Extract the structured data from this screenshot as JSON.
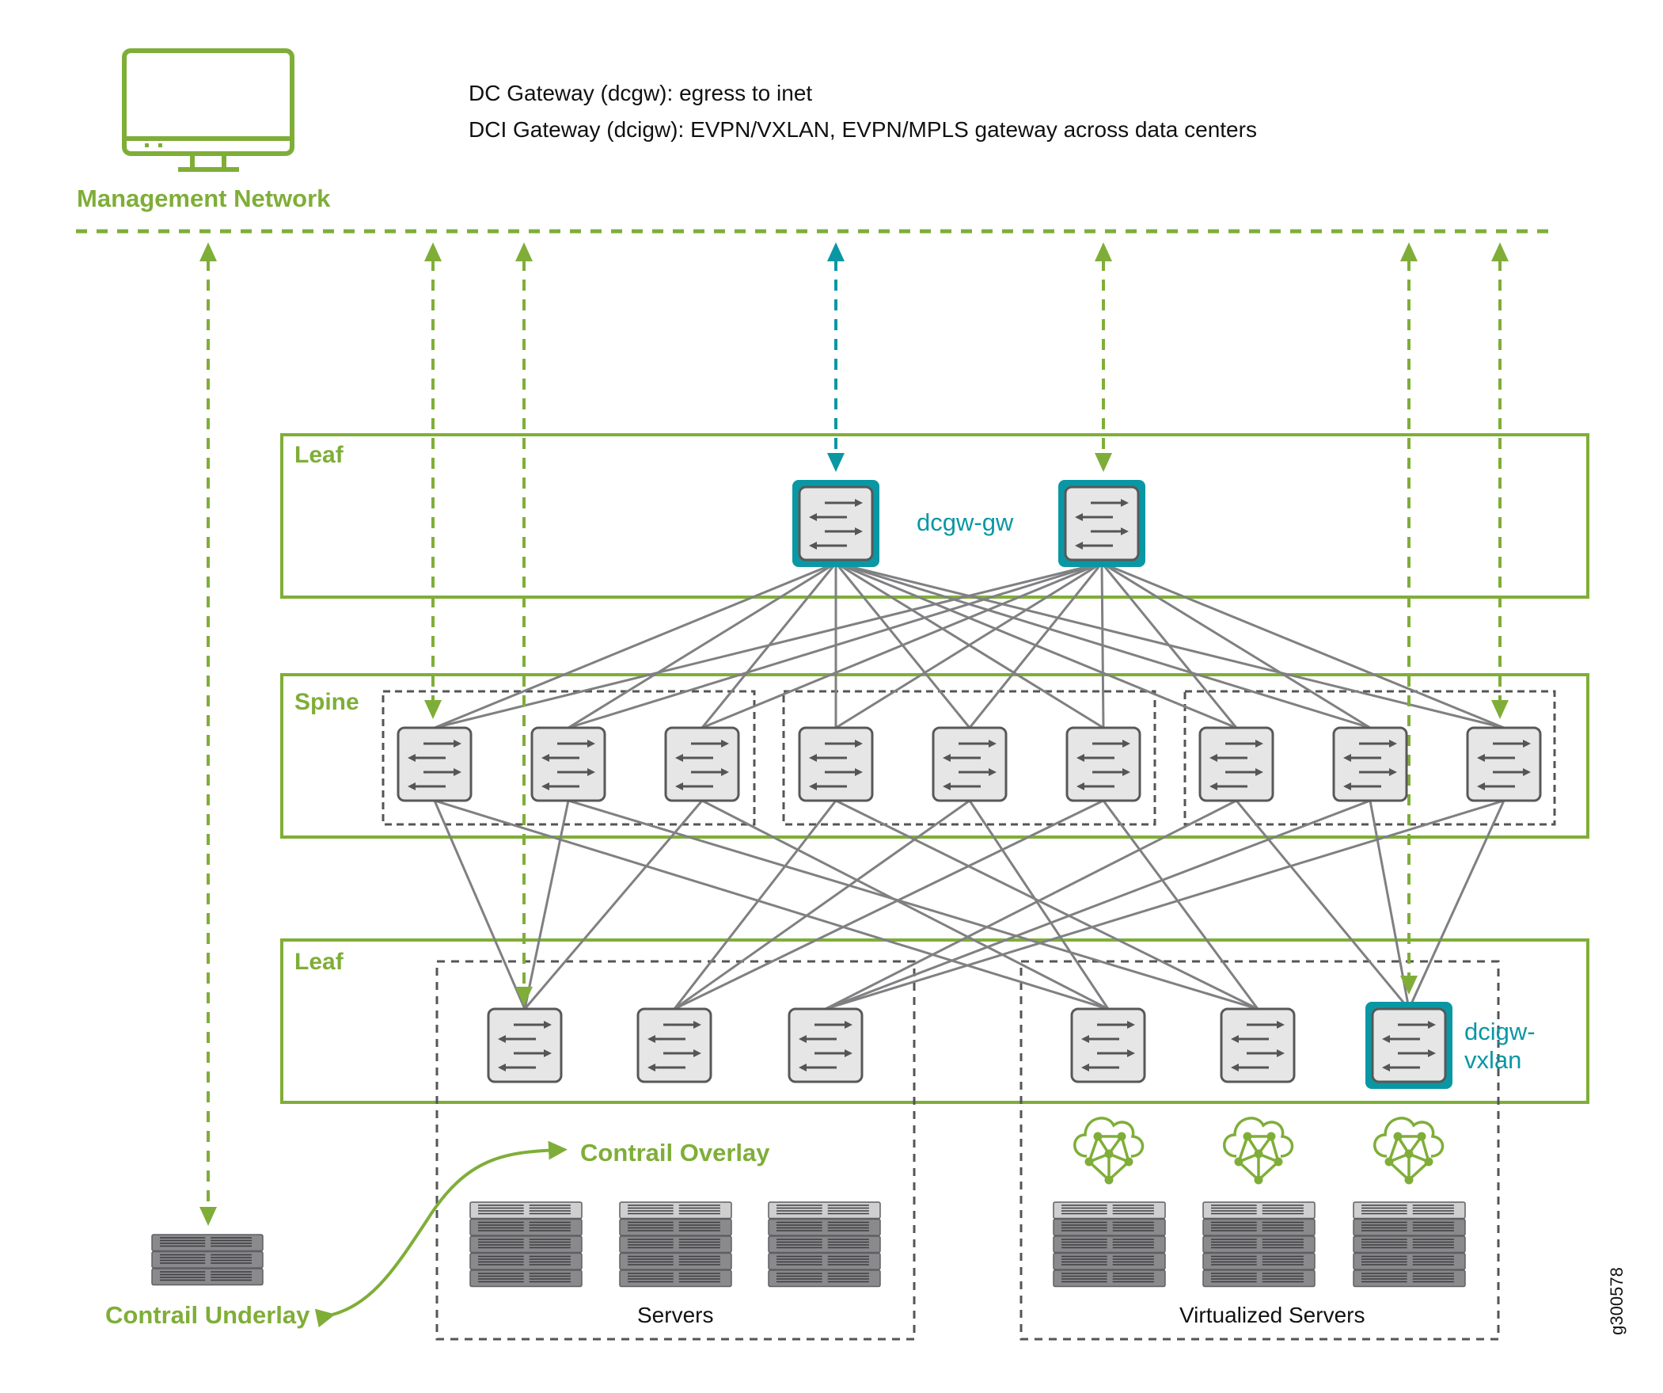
{
  "legend": {
    "line1": "DC Gateway (dcgw): egress to inet",
    "line2": "DCI Gateway (dcigw): EVPN/VXLAN, EVPN/MPLS gateway across data centers"
  },
  "management": {
    "label": "Management Network",
    "icon": "monitor-icon"
  },
  "layers": {
    "top_leaf": "Leaf",
    "spine": "Spine",
    "bottom_leaf": "Leaf"
  },
  "gateways": {
    "dcgw_label": "dcgw-gw",
    "dcigw_label_line1": "dcigw-",
    "dcigw_label_line2": "vxlan"
  },
  "contrail": {
    "overlay": "Contrail Overlay",
    "underlay": "Contrail Underlay"
  },
  "server_groups": {
    "servers": "Servers",
    "virtualized": "Virtualized Servers"
  },
  "figure_id": "g300578",
  "colors": {
    "green": "#7fae38",
    "teal": "#0a97a4",
    "link_gray": "#808083",
    "switch_fill": "#e6e6e6",
    "switch_border": "#58585a",
    "dash_gray": "#555555"
  },
  "topology": {
    "dcgw_count": 2,
    "spine_count": 9,
    "leaf_count": 6,
    "dcgw_to_spine": "full-mesh",
    "spine_to_leaf": [
      [
        1,
        4
      ],
      [
        1,
        5
      ],
      [
        1,
        4
      ],
      [
        2,
        5
      ],
      [
        2,
        4
      ],
      [
        2,
        5
      ],
      [
        3,
        6
      ],
      [
        3,
        6
      ],
      [
        3,
        6
      ]
    ],
    "dcigw_leaf_index": 6
  }
}
